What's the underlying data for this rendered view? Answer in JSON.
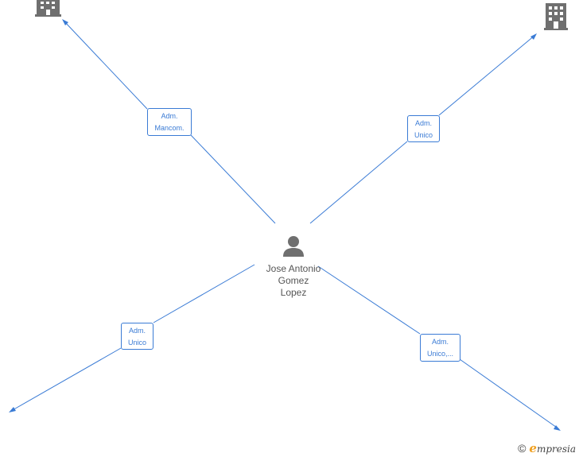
{
  "person": {
    "icon": "person-icon",
    "name_lines": [
      "Jose Antonio",
      "Gomez",
      "Lopez"
    ]
  },
  "relations": [
    {
      "lines": [
        "Adm.",
        "Mancom."
      ],
      "target_icon": "building-icon"
    },
    {
      "lines": [
        "Adm.",
        "Unico"
      ],
      "target_icon": "building-icon"
    },
    {
      "lines": [
        "Adm.",
        "Unico"
      ],
      "target_icon": "none"
    },
    {
      "lines": [
        "Adm.",
        "Unico,..."
      ],
      "target_icon": "none"
    }
  ],
  "footer": {
    "copyright_symbol": "©",
    "brand_initial": "e",
    "brand_rest": "mpresia"
  },
  "colors": {
    "edge": "#3a7bd5",
    "icon": "#6f6f6f"
  }
}
